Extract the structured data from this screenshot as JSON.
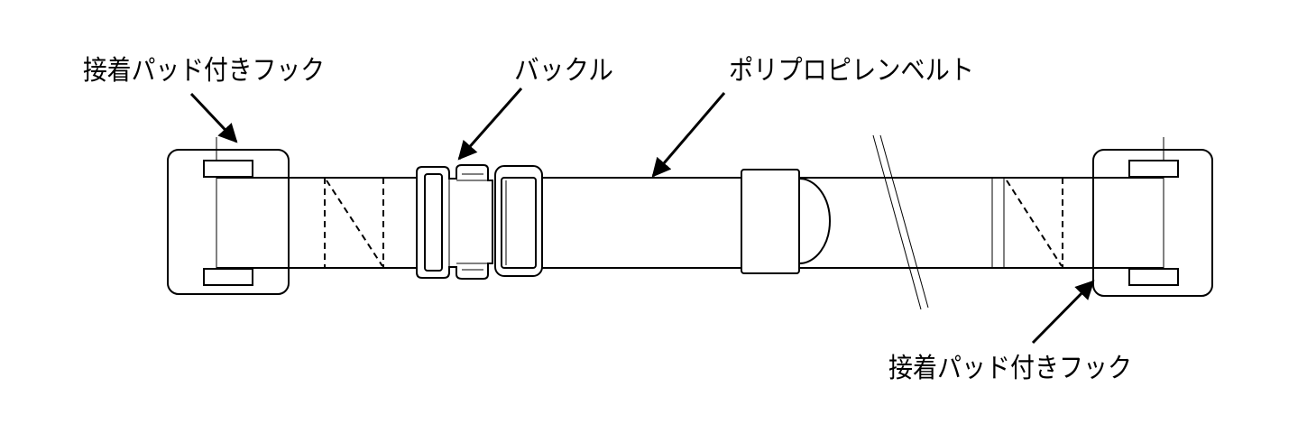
{
  "labels": {
    "hook_left": "接着パッド付きフック",
    "buckle": "バックル",
    "belt": "ポリプロピレンベルト",
    "hook_right": "接着パッド付きフック"
  },
  "colors": {
    "stroke": "#000000",
    "background": "#ffffff"
  }
}
